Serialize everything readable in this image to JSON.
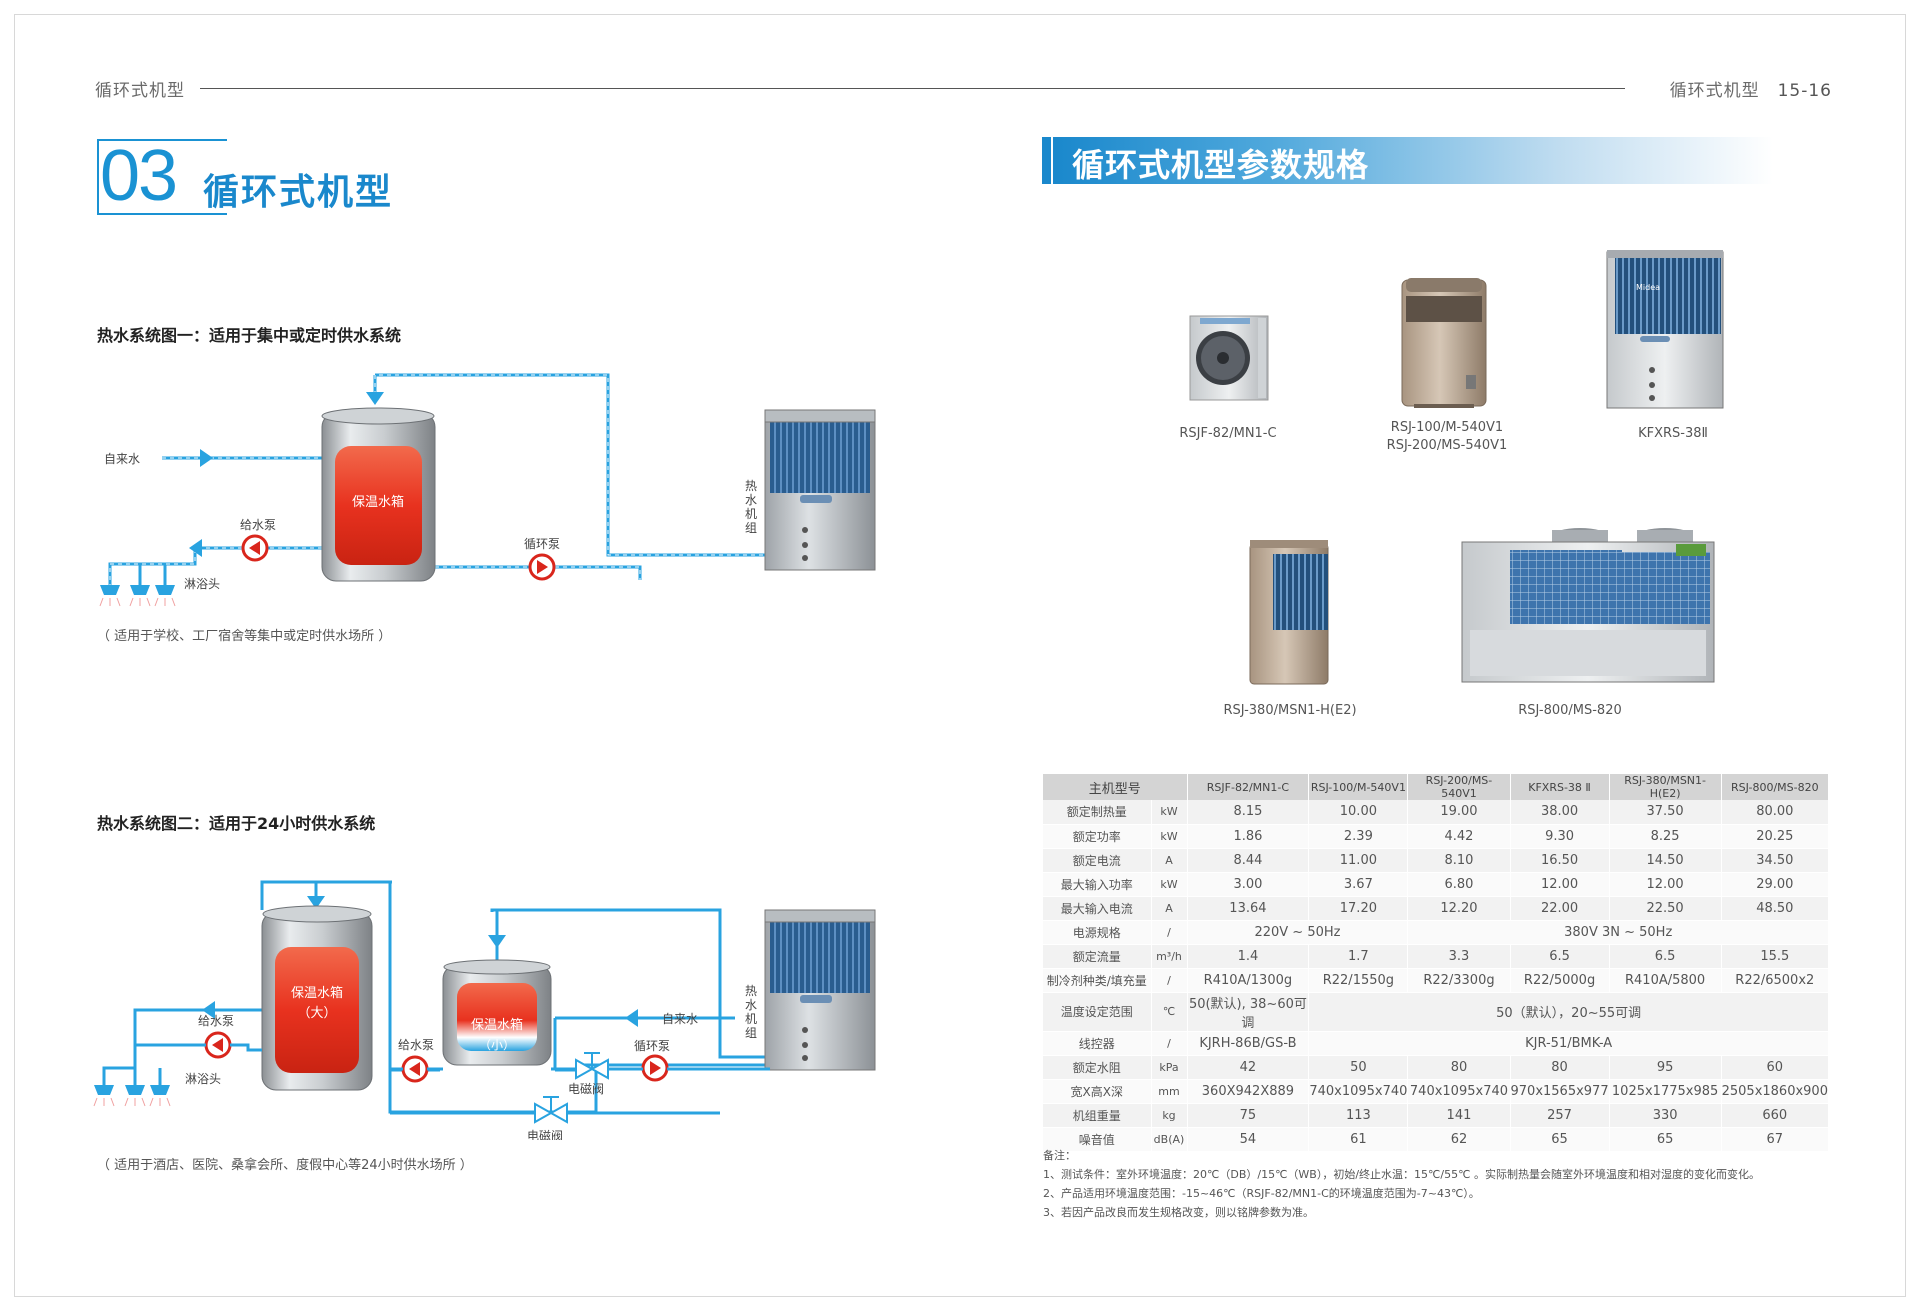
{
  "header": {
    "left_section": "循环式机型",
    "right_section": "循环式机型",
    "page_numbers": "15-16"
  },
  "section": {
    "number": "03",
    "title": "循环式机型"
  },
  "spec_heading": "循环式机型参数规格",
  "system1": {
    "title": "热水系统图一：适用于集中或定时供水系统",
    "tank_label": "保温水箱",
    "tap_water": "自来水",
    "feed_pump": "给水泵",
    "circ_pump": "循环泵",
    "shower": "淋浴头",
    "unit_label": "热水机组",
    "note": "（ 适用于学校、工厂宿舍等集中或定时供水场所 ）"
  },
  "system2": {
    "title": "热水系统图二：适用于24小时供水系统",
    "big_tank_label": "保温水箱",
    "big_tank_size": "（大）",
    "small_tank_label": "保温水箱",
    "small_tank_size": "（小）",
    "feed_pump_1": "给水泵",
    "feed_pump_2": "给水泵",
    "shower": "淋浴头",
    "tap_water": "自来水",
    "circ_pump": "循环泵",
    "valve_1": "电磁阀",
    "valve_2": "电磁阀",
    "unit_label": "热水机组",
    "note": "（ 适用于酒店、医院、桑拿会所、度假中心等24小时供水场所 ）"
  },
  "products": [
    {
      "model": "RSJF-82/MN1-C"
    },
    {
      "model": "RSJ-100/M-540V1",
      "model2": "RSJ-200/MS-540V1"
    },
    {
      "model": "KFXRS-38Ⅱ"
    },
    {
      "model": "RSJ-380/MSN1-H(E2)"
    },
    {
      "model": "RSJ-800/MS-820"
    }
  ],
  "brand_mark": "Midea",
  "table": {
    "header_label": "主机型号",
    "models": [
      "RSJF-82/MN1-C",
      "RSJ-100/M-540V1",
      "RSJ-200/MS-540V1",
      "KFXRS-38 Ⅱ",
      "RSJ-380/MSN1-H(E2)",
      "RSJ-800/MS-820"
    ],
    "rows": [
      {
        "label": "额定制热量",
        "unit": "kW",
        "values": [
          "8.15",
          "10.00",
          "19.00",
          "38.00",
          "37.50",
          "80.00"
        ]
      },
      {
        "label": "额定功率",
        "unit": "kW",
        "values": [
          "1.86",
          "2.39",
          "4.42",
          "9.30",
          "8.25",
          "20.25"
        ]
      },
      {
        "label": "额定电流",
        "unit": "A",
        "values": [
          "8.44",
          "11.00",
          "8.10",
          "16.50",
          "14.50",
          "34.50"
        ]
      },
      {
        "label": "最大输入功率",
        "unit": "kW",
        "values": [
          "3.00",
          "3.67",
          "6.80",
          "12.00",
          "12.00",
          "29.00"
        ]
      },
      {
        "label": "最大输入电流",
        "unit": "A",
        "values": [
          "13.64",
          "17.20",
          "12.20",
          "22.00",
          "22.50",
          "48.50"
        ]
      },
      {
        "label": "电源规格",
        "unit": "/",
        "merged": [
          "220V ~ 50Hz",
          "380V 3N ~ 50Hz"
        ]
      },
      {
        "label": "额定流量",
        "unit": "m³/h",
        "values": [
          "1.4",
          "1.7",
          "3.3",
          "6.5",
          "6.5",
          "15.5"
        ]
      },
      {
        "label": "制冷剂种类/填充量",
        "unit": "/",
        "values": [
          "R410A/1300g",
          "R22/1550g",
          "R22/3300g",
          "R22/5000g",
          "R410A/5800",
          "R22/6500x2"
        ]
      },
      {
        "label": "温度设定范围",
        "unit": "℃",
        "first": "50(默认), 38~60可调",
        "rest": "50（默认），20~55可调"
      },
      {
        "label": "线控器",
        "unit": "/",
        "first": "KJRH-86B/GS-B",
        "rest": "KJR-51/BMK-A"
      },
      {
        "label": "额定水阻",
        "unit": "kPa",
        "values": [
          "42",
          "50",
          "80",
          "80",
          "95",
          "60"
        ]
      },
      {
        "label": "宽X高X深",
        "unit": "mm",
        "values": [
          "360X942X889",
          "740x1095x740",
          "740x1095x740",
          "970x1565x977",
          "1025x1775x985",
          "2505x1860x900"
        ]
      },
      {
        "label": "机组重量",
        "unit": "kg",
        "values": [
          "75",
          "113",
          "141",
          "257",
          "330",
          "660"
        ]
      },
      {
        "label": "噪音值",
        "unit": "dB(A)",
        "values": [
          "54",
          "61",
          "62",
          "65",
          "65",
          "67"
        ]
      }
    ]
  },
  "notes": {
    "title": "备注：",
    "items": [
      "1、测试条件：室外环境温度：20℃（DB）/15℃（WB），初始/终止水温：15℃/55℃ 。实际制热量会随室外环境温度和相对湿度的变化而变化。",
      "2、产品适用环境温度范围：-15~46℃（RSJF-82/MN1-C的环境温度范围为-7~43℃）。",
      "3、若因产品改良而发生规格改变，则以铭牌参数为准。"
    ]
  },
  "colors": {
    "brand_blue": "#1a88cc",
    "pipe_blue": "#29a3e0",
    "tank_red": "#e8321f",
    "pump_red": "#d9261c"
  }
}
